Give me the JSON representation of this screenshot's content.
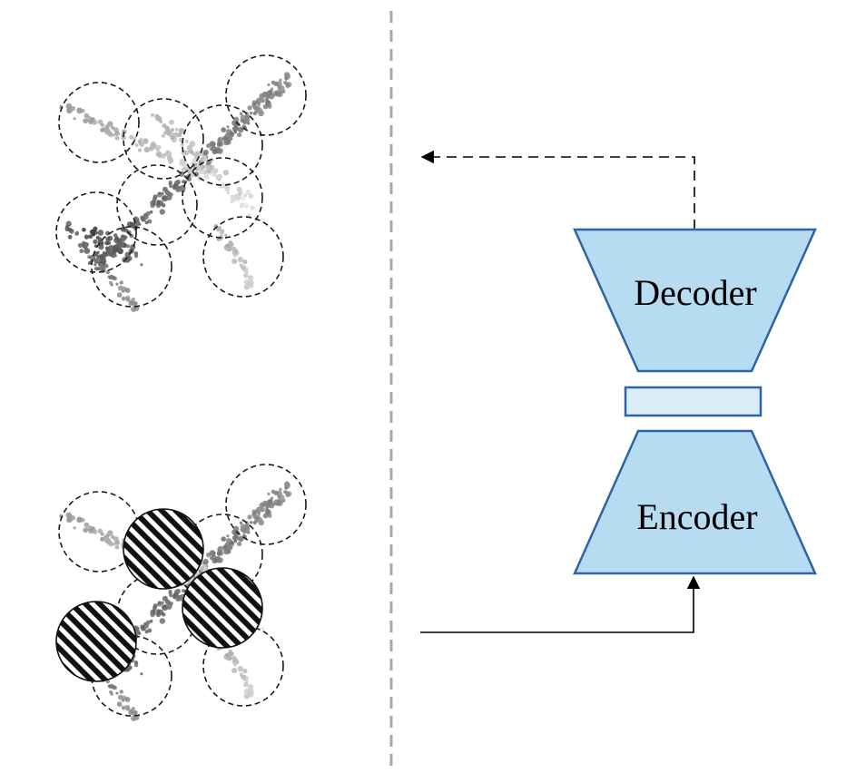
{
  "diagram": {
    "decoder_label": "Decoder",
    "encoder_label": "Encoder",
    "colors": {
      "block_fill": "#b7dcf1",
      "latent_fill": "#d9ecf8",
      "block_stroke": "#2d64a6",
      "divider": "#a8a8a8"
    },
    "point_clouds": [
      {
        "role": "reconstructed",
        "masked_patches": 0
      },
      {
        "role": "masked-input",
        "masked_patches": 3
      }
    ]
  }
}
